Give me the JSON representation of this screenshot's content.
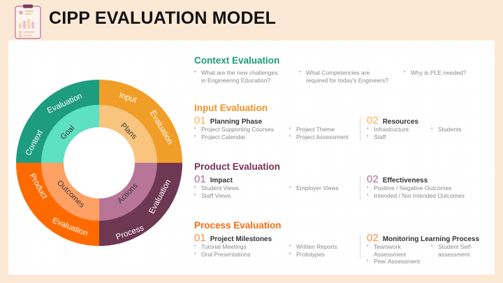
{
  "header": {
    "title": "CIPP EVALUATION MODEL",
    "icon": "clipboard-report-icon"
  },
  "colors": {
    "background": "#fbe8d5",
    "context": "#1e9c80",
    "context_inner": "#5ee0c2",
    "input": "#f19e28",
    "input_inner": "#f8c47e",
    "process": "#6e3854",
    "process_inner": "#b77597",
    "product": "#ff6a00",
    "product_inner": "#ffa064",
    "context_title": "#1a9b7c",
    "input_title": "#f29325",
    "product_title": "#7a2e4f",
    "process_title": "#ff6a0d",
    "input_num": "#f6b060",
    "product_num": "#b06a90",
    "process_num": "#ff9040"
  },
  "wheel": {
    "outer": [
      {
        "id": "context",
        "words": [
          "Context",
          "Evaluation"
        ]
      },
      {
        "id": "input",
        "words": [
          "Input",
          "Evaluation"
        ]
      },
      {
        "id": "process",
        "words": [
          "Process",
          "Evaluation"
        ]
      },
      {
        "id": "product",
        "words": [
          "Product",
          "Evaluation"
        ]
      }
    ],
    "inner": [
      {
        "id": "goal",
        "label": "Goal"
      },
      {
        "id": "plans",
        "label": "Plans"
      },
      {
        "id": "actions",
        "label": "Actions"
      },
      {
        "id": "outcomes",
        "label": "Outcomes"
      }
    ]
  },
  "context": {
    "title": "Context Evaluation",
    "bullets": [
      [
        "What are the new challenges",
        "in Engineering Education?"
      ],
      [
        "What Competencies are",
        "required for today's Engineers?"
      ],
      [
        "Why is PLE needed?"
      ]
    ]
  },
  "input": {
    "title": "Input Evaluation",
    "left": {
      "num": "01",
      "label": "Planning Phase",
      "col1": [
        "Project Supporting Courses",
        "Project Calendar"
      ],
      "col2": [
        "Project Theme",
        "Project Assessment"
      ]
    },
    "right": {
      "num": "02",
      "label": "Resources",
      "col1": [
        "Infrastructure",
        "Staff"
      ],
      "col2": [
        "Students"
      ]
    }
  },
  "product": {
    "title": "Product Evaluation",
    "left": {
      "num": "01",
      "label": "Impact",
      "col1": [
        "Student Views",
        "Staff Views"
      ],
      "col2": [
        "Employer Views"
      ]
    },
    "right": {
      "num": "02",
      "label": "Effectiveness",
      "col1": [
        "Positive / Negative Outcomes",
        "Intended / Not Intended Outcomes"
      ]
    }
  },
  "process": {
    "title": "Process Evaluation",
    "left": {
      "num": "01",
      "label": "Project Milestones",
      "col1": [
        "Tutorial Meetings",
        "Oral Presentations"
      ],
      "col2": [
        "Written Reports",
        "Prototypes"
      ]
    },
    "right": {
      "num": "02",
      "label": "Monitoring Learning Process",
      "col1": [
        "Teamwork Assessment",
        "Peer Assessment"
      ],
      "col2": [
        "Student Self-assessment"
      ]
    }
  }
}
